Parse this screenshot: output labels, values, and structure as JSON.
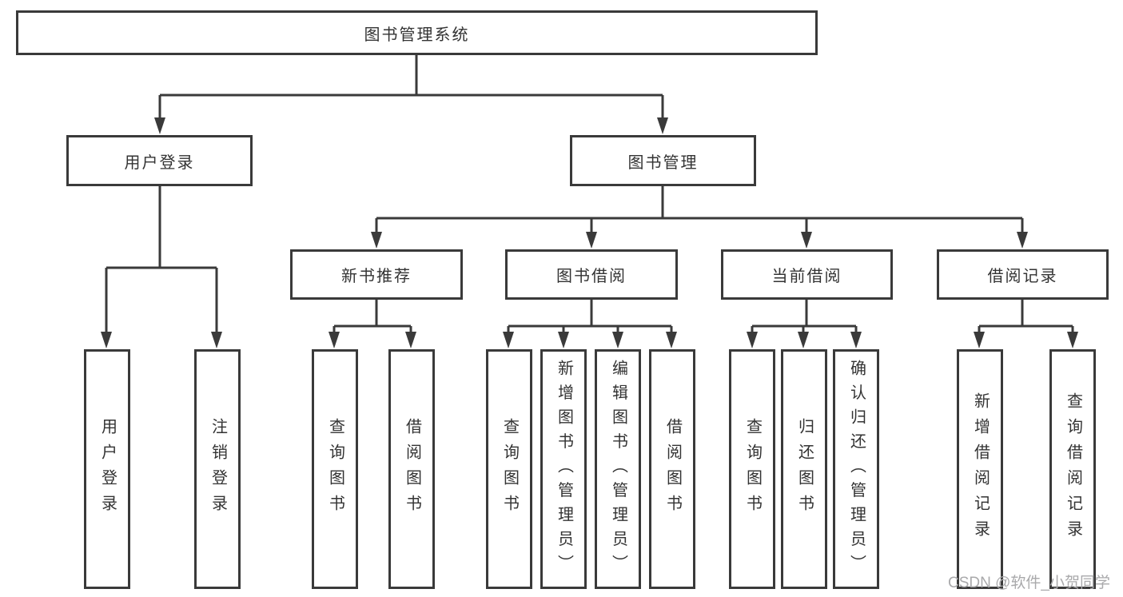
{
  "diagram_title": "图书管理系统",
  "tree": {
    "label": "图书管理系统",
    "children": [
      {
        "label": "用户登录",
        "children": [
          {
            "label": "用户登录"
          },
          {
            "label": "注销登录"
          }
        ]
      },
      {
        "label": "图书管理",
        "children": [
          {
            "label": "新书推荐",
            "children": [
              {
                "label": "查询图书"
              },
              {
                "label": "借阅图书"
              }
            ]
          },
          {
            "label": "图书借阅",
            "children": [
              {
                "label": "查询图书"
              },
              {
                "label": "新增图书（管理员）"
              },
              {
                "label": "编辑图书（管理员）"
              },
              {
                "label": "借阅图书"
              }
            ]
          },
          {
            "label": "当前借阅",
            "children": [
              {
                "label": "查询图书"
              },
              {
                "label": "归还图书"
              },
              {
                "label": "确认归还（管理员）"
              }
            ]
          },
          {
            "label": "借阅记录",
            "children": [
              {
                "label": "新增借阅记录"
              },
              {
                "label": "查询借阅记录"
              }
            ]
          }
        ]
      }
    ]
  },
  "watermark": {
    "text": "CSDN @软件_小贺同学"
  },
  "colors": {
    "line": "#3a3a3a",
    "box_border": "#3a3a3a",
    "text": "#333333",
    "watermark": "#a9a9ab",
    "background": "#ffffff"
  }
}
